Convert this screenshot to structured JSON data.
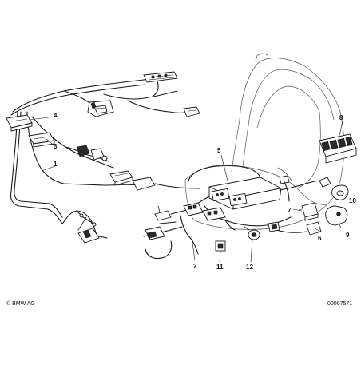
{
  "callouts": {
    "c1": "1",
    "c2": "2",
    "c3": "3",
    "c4": "4",
    "c5": "5",
    "c6": "6",
    "c7": "7",
    "c8": "8",
    "c9": "9",
    "c10": "10",
    "c11": "11",
    "c12": "12"
  },
  "footer": {
    "copyright": "© BMW AG",
    "diagram_number": "00007571"
  }
}
